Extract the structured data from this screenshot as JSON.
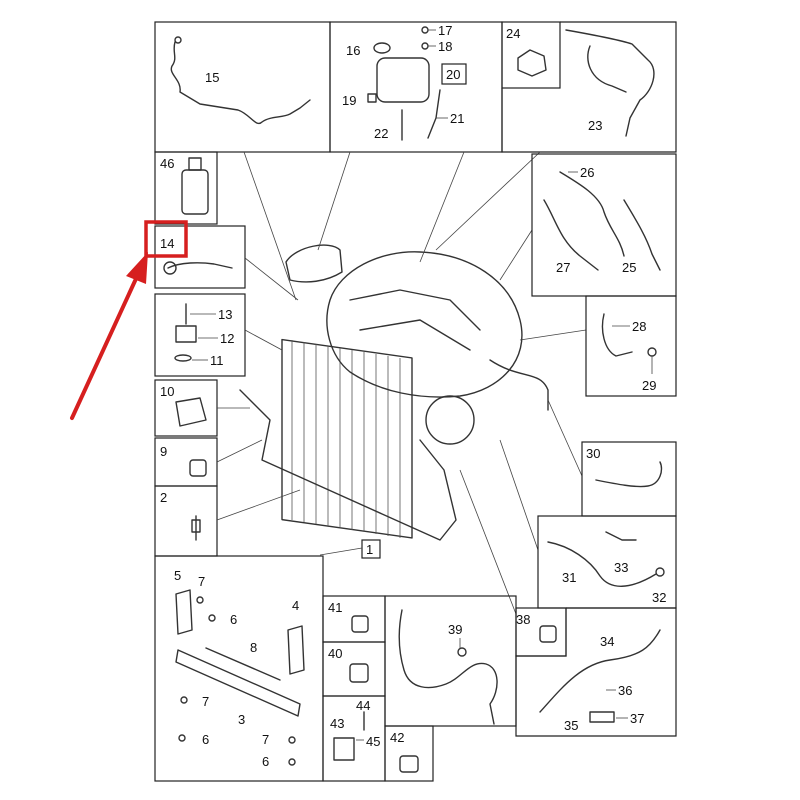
{
  "diagram": {
    "highlight_color": "#d61f1f",
    "highlighted_label": "14",
    "labels": {
      "l1": "1",
      "l2": "2",
      "l3": "3",
      "l4": "4",
      "l5": "5",
      "l6a": "6",
      "l6b": "6",
      "l6c": "6",
      "l7a": "7",
      "l7b": "7",
      "l7c": "7",
      "l8": "8",
      "l9": "9",
      "l10": "10",
      "l11": "11",
      "l12": "12",
      "l13": "13",
      "l14": "14",
      "l15": "15",
      "l16": "16",
      "l17": "17",
      "l18": "18",
      "l19": "19",
      "l20": "20",
      "l21": "21",
      "l22": "22",
      "l23": "23",
      "l24": "24",
      "l25": "25",
      "l26": "26",
      "l27": "27",
      "l28": "28",
      "l29": "29",
      "l30": "30",
      "l31": "31",
      "l32": "32",
      "l33": "33",
      "l34": "34",
      "l35": "35",
      "l36": "36",
      "l37": "37",
      "l38": "38",
      "l39": "39",
      "l40": "40",
      "l41": "41",
      "l42": "42",
      "l43": "43",
      "l44": "44",
      "l45": "45",
      "l46": "46"
    }
  }
}
